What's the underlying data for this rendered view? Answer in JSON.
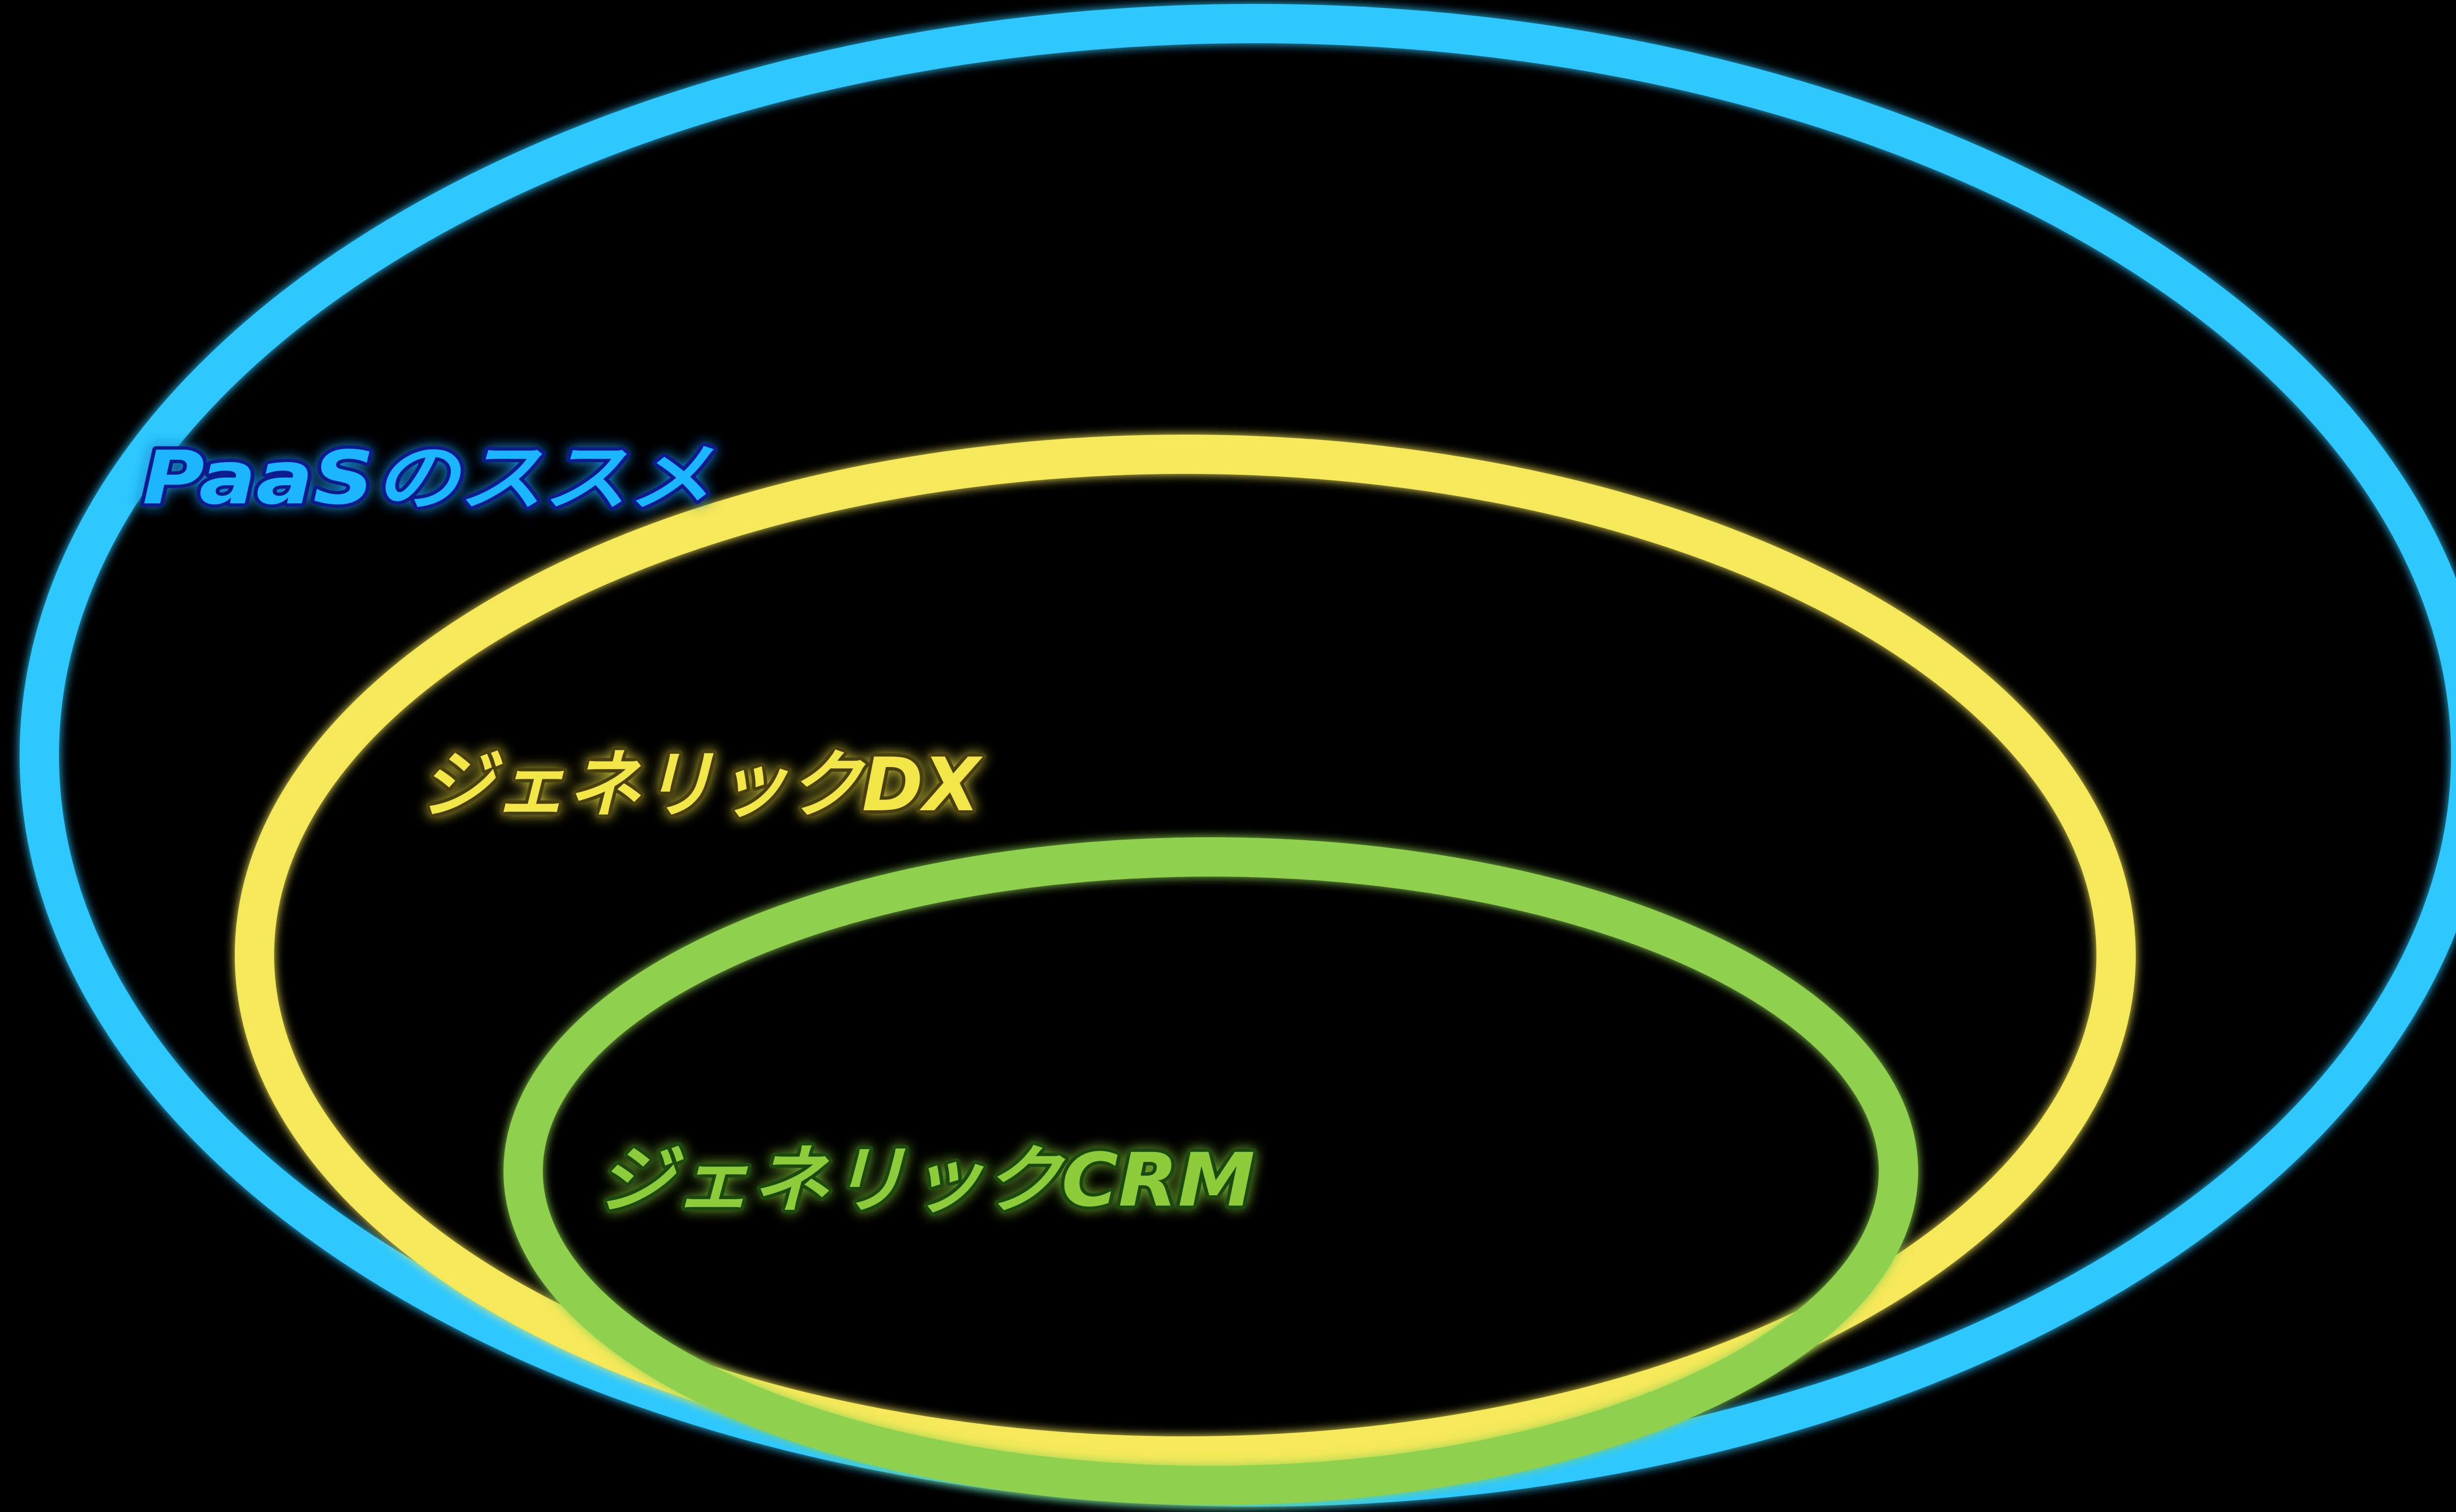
{
  "diagram": {
    "background": "#000000",
    "rings": [
      {
        "id": "paas",
        "label": "PaaSのススメ",
        "stroke_color": "#2EC8FF",
        "label_fill": "#1FB6FF",
        "label_outline": "#0A1E8C"
      },
      {
        "id": "dx",
        "label": "ジェネリックDX",
        "stroke_color": "#F5E85A",
        "label_fill": "#F2E64A",
        "label_outline": "#4A3F0A"
      },
      {
        "id": "crm",
        "label": "ジェネリックCRM",
        "stroke_color": "#8FD14F",
        "label_fill": "#8FCC3A",
        "label_outline": "#1E4A0E"
      }
    ]
  }
}
